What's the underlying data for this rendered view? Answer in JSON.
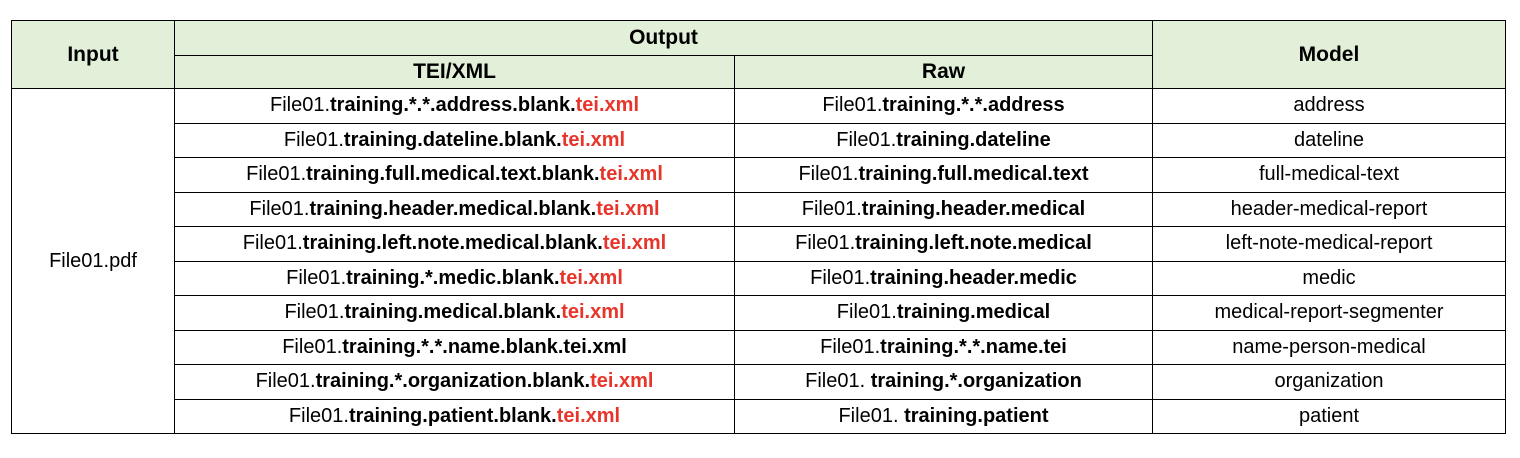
{
  "headers": {
    "input": "Input",
    "output": "Output",
    "tei": "TEI/XML",
    "raw": "Raw",
    "model": "Model"
  },
  "input_file": "File01.pdf",
  "colors": {
    "header_bg": "#e2efd9",
    "accent_red": "#e8352b",
    "border": "#000000"
  },
  "rows": [
    {
      "tei": {
        "pre": "File01.",
        "bold": "training.*.*.address.blank.",
        "ext": "tei.xml",
        "ext_red": true
      },
      "raw": {
        "pre": "File01.",
        "bold": "training.*.*.address"
      },
      "model": "address"
    },
    {
      "tei": {
        "pre": "File01.",
        "bold": "training.dateline.blank.",
        "ext": "tei.xml",
        "ext_red": true
      },
      "raw": {
        "pre": "File01.",
        "bold": "training.dateline"
      },
      "model": "dateline"
    },
    {
      "tei": {
        "pre": "File01.",
        "bold": "training.full.medical.text.blank.",
        "ext": "tei.xml",
        "ext_red": true
      },
      "raw": {
        "pre": "File01.",
        "bold": "training.full.medical.text"
      },
      "model": "full-medical-text"
    },
    {
      "tei": {
        "pre": "File01.",
        "bold": "training.header.medical.blank.",
        "ext": "tei.xml",
        "ext_red": true
      },
      "raw": {
        "pre": "File01.",
        "bold": "training.header.medical"
      },
      "model": "header-medical-report"
    },
    {
      "tei": {
        "pre": "File01.",
        "bold": "training.left.note.medical.blank.",
        "ext": "tei.xml",
        "ext_red": true
      },
      "raw": {
        "pre": "File01.",
        "bold": "training.left.note.medical"
      },
      "model": "left-note-medical-report"
    },
    {
      "tei": {
        "pre": "File01.",
        "bold": "training.*.medic.blank.",
        "ext": "tei.xml",
        "ext_red": true
      },
      "raw": {
        "pre": "File01.",
        "bold": "training.header.medic"
      },
      "model": "medic"
    },
    {
      "tei": {
        "pre": "File01.",
        "bold": "training.medical.blank.",
        "ext": "tei.xml",
        "ext_red": true
      },
      "raw": {
        "pre": "File01.",
        "bold": "training.medical"
      },
      "model": "medical-report-segmenter"
    },
    {
      "tei": {
        "pre": "File01.",
        "bold": "training.*.*.name.blank.",
        "ext": "tei.xml",
        "ext_red": false
      },
      "raw": {
        "pre": "File01.",
        "bold": "training.*.*.name.tei"
      },
      "model": "name-person-medical"
    },
    {
      "tei": {
        "pre": "File01.",
        "bold": "training.*.organization.blank.",
        "ext": "tei.xml",
        "ext_red": true
      },
      "raw": {
        "pre": "File01. ",
        "bold": "training.*.organization"
      },
      "model": "organization"
    },
    {
      "tei": {
        "pre": "File01.",
        "bold": "training.patient.blank.",
        "ext": "tei.xml",
        "ext_red": true
      },
      "raw": {
        "pre": "File01. ",
        "bold": "training.patient"
      },
      "model": "patient"
    }
  ]
}
